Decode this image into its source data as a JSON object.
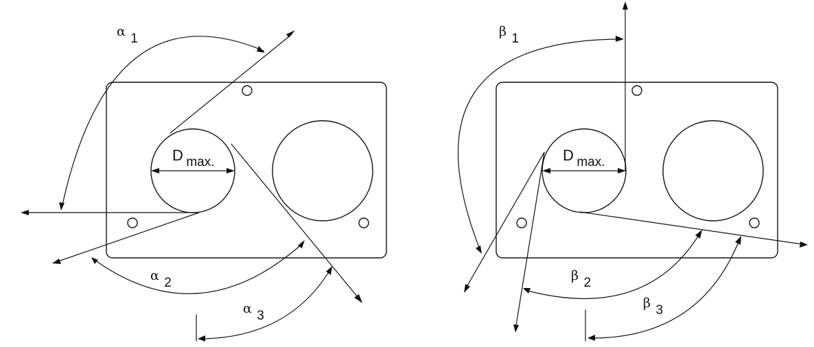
{
  "diagram": {
    "left_panel": {
      "angle_1": {
        "symbol": "α",
        "subscript": "1"
      },
      "angle_2": {
        "symbol": "α",
        "subscript": "2"
      },
      "angle_3": {
        "symbol": "α",
        "subscript": "3"
      },
      "diameter_label": {
        "main": "D",
        "subscript": "max."
      }
    },
    "right_panel": {
      "angle_1": {
        "symbol": "β",
        "subscript": "1"
      },
      "angle_2": {
        "symbol": "β",
        "subscript": "2"
      },
      "angle_3": {
        "symbol": "β",
        "subscript": "3"
      },
      "diameter_label": {
        "main": "D",
        "subscript": "max."
      }
    }
  }
}
